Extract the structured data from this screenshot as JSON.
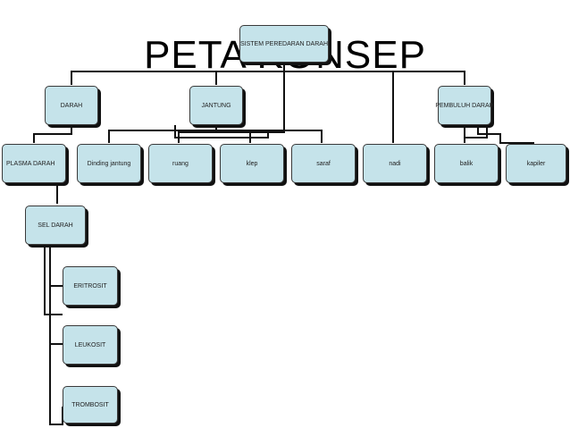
{
  "title": "PETA KONSEP",
  "nodes": {
    "root": "SISTEM PEREDARAN DARAH",
    "darah": "DARAH",
    "jantung": "JANTUNG",
    "pembuluh": "PEMBULUH DARAH",
    "plasma": "PLASMA DARAH",
    "dinding": "Dinding jantung",
    "ruang": "ruang",
    "klep": "klep",
    "saraf": "saraf",
    "nadi": "nadi",
    "balik": "balik",
    "kapiler": "kapiler",
    "sel": "SEL DARAH",
    "eritrosit": "ERITROSIT",
    "leukosit": "LEUKOSIT",
    "trombosit": "TROMBOSIT"
  }
}
